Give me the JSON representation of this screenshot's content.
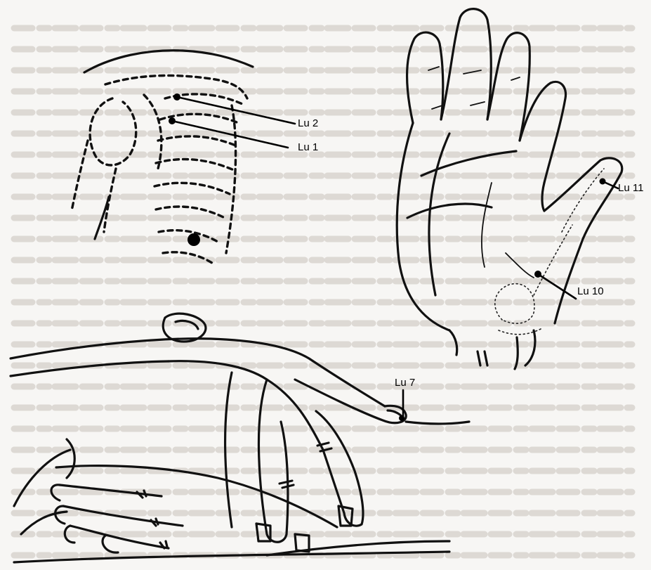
{
  "labels": {
    "lu2": "Lu 2",
    "lu1": "Lu 1",
    "lu11": "Lu 11",
    "lu10": "Lu 10",
    "lu7": "Lu 7"
  }
}
